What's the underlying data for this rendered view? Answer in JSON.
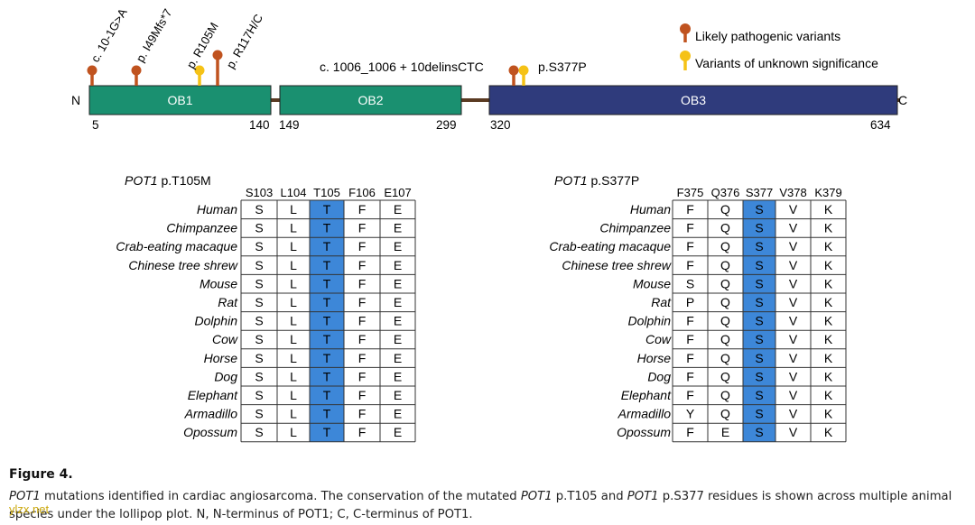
{
  "lollipop": {
    "n_label": "N",
    "c_label": "C",
    "domains": [
      {
        "label": "OB1",
        "color": "#1a9070"
      },
      {
        "label": "OB2",
        "color": "#1a9070"
      },
      {
        "label": "OB3",
        "color": "#2f3b7c"
      }
    ],
    "positions": [
      "5",
      "140",
      "149",
      "299",
      "320",
      "634"
    ],
    "variants": [
      {
        "label": "c. 10-1G>A",
        "type": "likely"
      },
      {
        "label": "p. I49Mfs*7",
        "type": "likely"
      },
      {
        "label": "p. R105M",
        "type": "unknown"
      },
      {
        "label": "p. R117H/C",
        "type": "likely"
      },
      {
        "label": "c. 1006_1006 + 10delinsCTC",
        "type": "likely"
      },
      {
        "label": "p.S377P",
        "type": "unknown"
      }
    ],
    "legend": {
      "likely": "Likely pathogenic variants",
      "unknown": "Variants of unknown significance"
    },
    "colors": {
      "likely": "#c0531f",
      "unknown": "#f5c216",
      "linker": "#5a3a22"
    }
  },
  "species": [
    "Human",
    "Chimpanzee",
    "Crab-eating macaque",
    "Chinese tree shrew",
    "Mouse",
    "Rat",
    "Dolphin",
    "Cow",
    "Horse",
    "Dog",
    "Elephant",
    "Armadillo",
    "Opossum"
  ],
  "tables": [
    {
      "gene": "POT1",
      "mutation": "p.T105M",
      "columns": [
        "S103",
        "L104",
        "T105",
        "F106",
        "E107"
      ],
      "highlight_col": 2,
      "rows": [
        [
          "S",
          "L",
          "T",
          "F",
          "E"
        ],
        [
          "S",
          "L",
          "T",
          "F",
          "E"
        ],
        [
          "S",
          "L",
          "T",
          "F",
          "E"
        ],
        [
          "S",
          "L",
          "T",
          "F",
          "E"
        ],
        [
          "S",
          "L",
          "T",
          "F",
          "E"
        ],
        [
          "S",
          "L",
          "T",
          "F",
          "E"
        ],
        [
          "S",
          "L",
          "T",
          "F",
          "E"
        ],
        [
          "S",
          "L",
          "T",
          "F",
          "E"
        ],
        [
          "S",
          "L",
          "T",
          "F",
          "E"
        ],
        [
          "S",
          "L",
          "T",
          "F",
          "E"
        ],
        [
          "S",
          "L",
          "T",
          "F",
          "E"
        ],
        [
          "S",
          "L",
          "T",
          "F",
          "E"
        ],
        [
          "S",
          "L",
          "T",
          "F",
          "E"
        ]
      ]
    },
    {
      "gene": "POT1",
      "mutation": "p.S377P",
      "columns": [
        "F375",
        "Q376",
        "S377",
        "V378",
        "K379"
      ],
      "highlight_col": 2,
      "rows": [
        [
          "F",
          "Q",
          "S",
          "V",
          "K"
        ],
        [
          "F",
          "Q",
          "S",
          "V",
          "K"
        ],
        [
          "F",
          "Q",
          "S",
          "V",
          "K"
        ],
        [
          "F",
          "Q",
          "S",
          "V",
          "K"
        ],
        [
          "S",
          "Q",
          "S",
          "V",
          "K"
        ],
        [
          "P",
          "Q",
          "S",
          "V",
          "K"
        ],
        [
          "F",
          "Q",
          "S",
          "V",
          "K"
        ],
        [
          "F",
          "Q",
          "S",
          "V",
          "K"
        ],
        [
          "F",
          "Q",
          "S",
          "V",
          "K"
        ],
        [
          "F",
          "Q",
          "S",
          "V",
          "K"
        ],
        [
          "F",
          "Q",
          "S",
          "V",
          "K"
        ],
        [
          "Y",
          "Q",
          "S",
          "V",
          "K"
        ],
        [
          "F",
          "E",
          "S",
          "V",
          "K"
        ]
      ]
    }
  ],
  "highlight_color": "#3d87d8",
  "caption": {
    "title": "Figure 4.",
    "gene": "POT1",
    "text_1": " mutations identified in cardiac angiosarcoma. The conservation of the mutated ",
    "text_2": " p.T105 and ",
    "text_3": " p.S377 residues is shown across multiple animal species under the lollipop plot. N, N-terminus of POT1; C, C-terminus of POT1."
  },
  "watermark": "ylzx.net"
}
